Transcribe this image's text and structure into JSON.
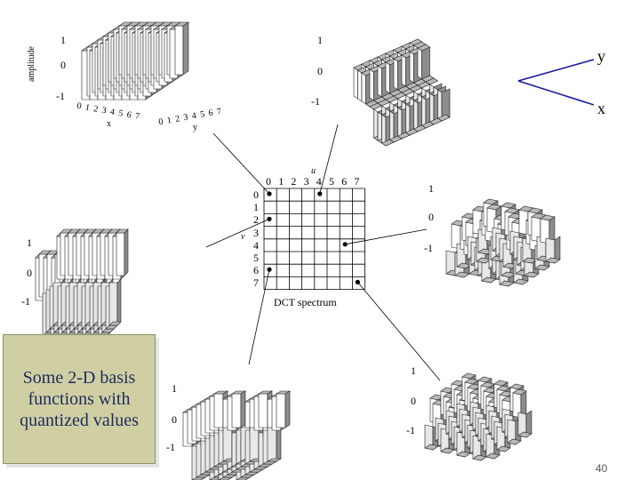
{
  "note": {
    "text": "Some 2-D basis functions with quantized values"
  },
  "axis_icon": {
    "y_label": "y",
    "x_label": "x",
    "color": "#1a1aa0"
  },
  "grid": {
    "u_label": "u",
    "v_label": "v",
    "u_ticks": [
      "0",
      "1",
      "2",
      "3",
      "4",
      "5",
      "6",
      "7"
    ],
    "v_ticks": [
      "0",
      "1",
      "2",
      "3",
      "4",
      "5",
      "6",
      "7"
    ],
    "caption": "DCT spectrum",
    "dots": [
      {
        "u": 0,
        "v": 0
      },
      {
        "u": 4,
        "v": 0
      },
      {
        "u": 0,
        "v": 2
      },
      {
        "u": 6,
        "v": 4
      },
      {
        "u": 0,
        "v": 6
      },
      {
        "u": 7,
        "v": 7
      }
    ]
  },
  "plot_labels": {
    "top_left": {
      "amplitude": "amplitude",
      "ticks": [
        "1",
        "0",
        "-1"
      ],
      "x_ticks": "0 1 2 3 4 5 6 7",
      "x_name": "x",
      "y_ticks": "0 1 2 3 4 5 6 7",
      "y_name": "y"
    },
    "top_mid": {
      "ticks": [
        "1",
        "0",
        "-1"
      ]
    },
    "left_mid": {
      "ticks": [
        "1",
        "0",
        "-1"
      ]
    },
    "right_mid": {
      "ticks": [
        "1",
        "0",
        "-1"
      ]
    },
    "bottom_mid": {
      "ticks": [
        "1",
        "0",
        "-1"
      ]
    },
    "bottom_right": {
      "ticks": [
        "1",
        "0",
        "-1"
      ]
    }
  },
  "page_number": "40"
}
